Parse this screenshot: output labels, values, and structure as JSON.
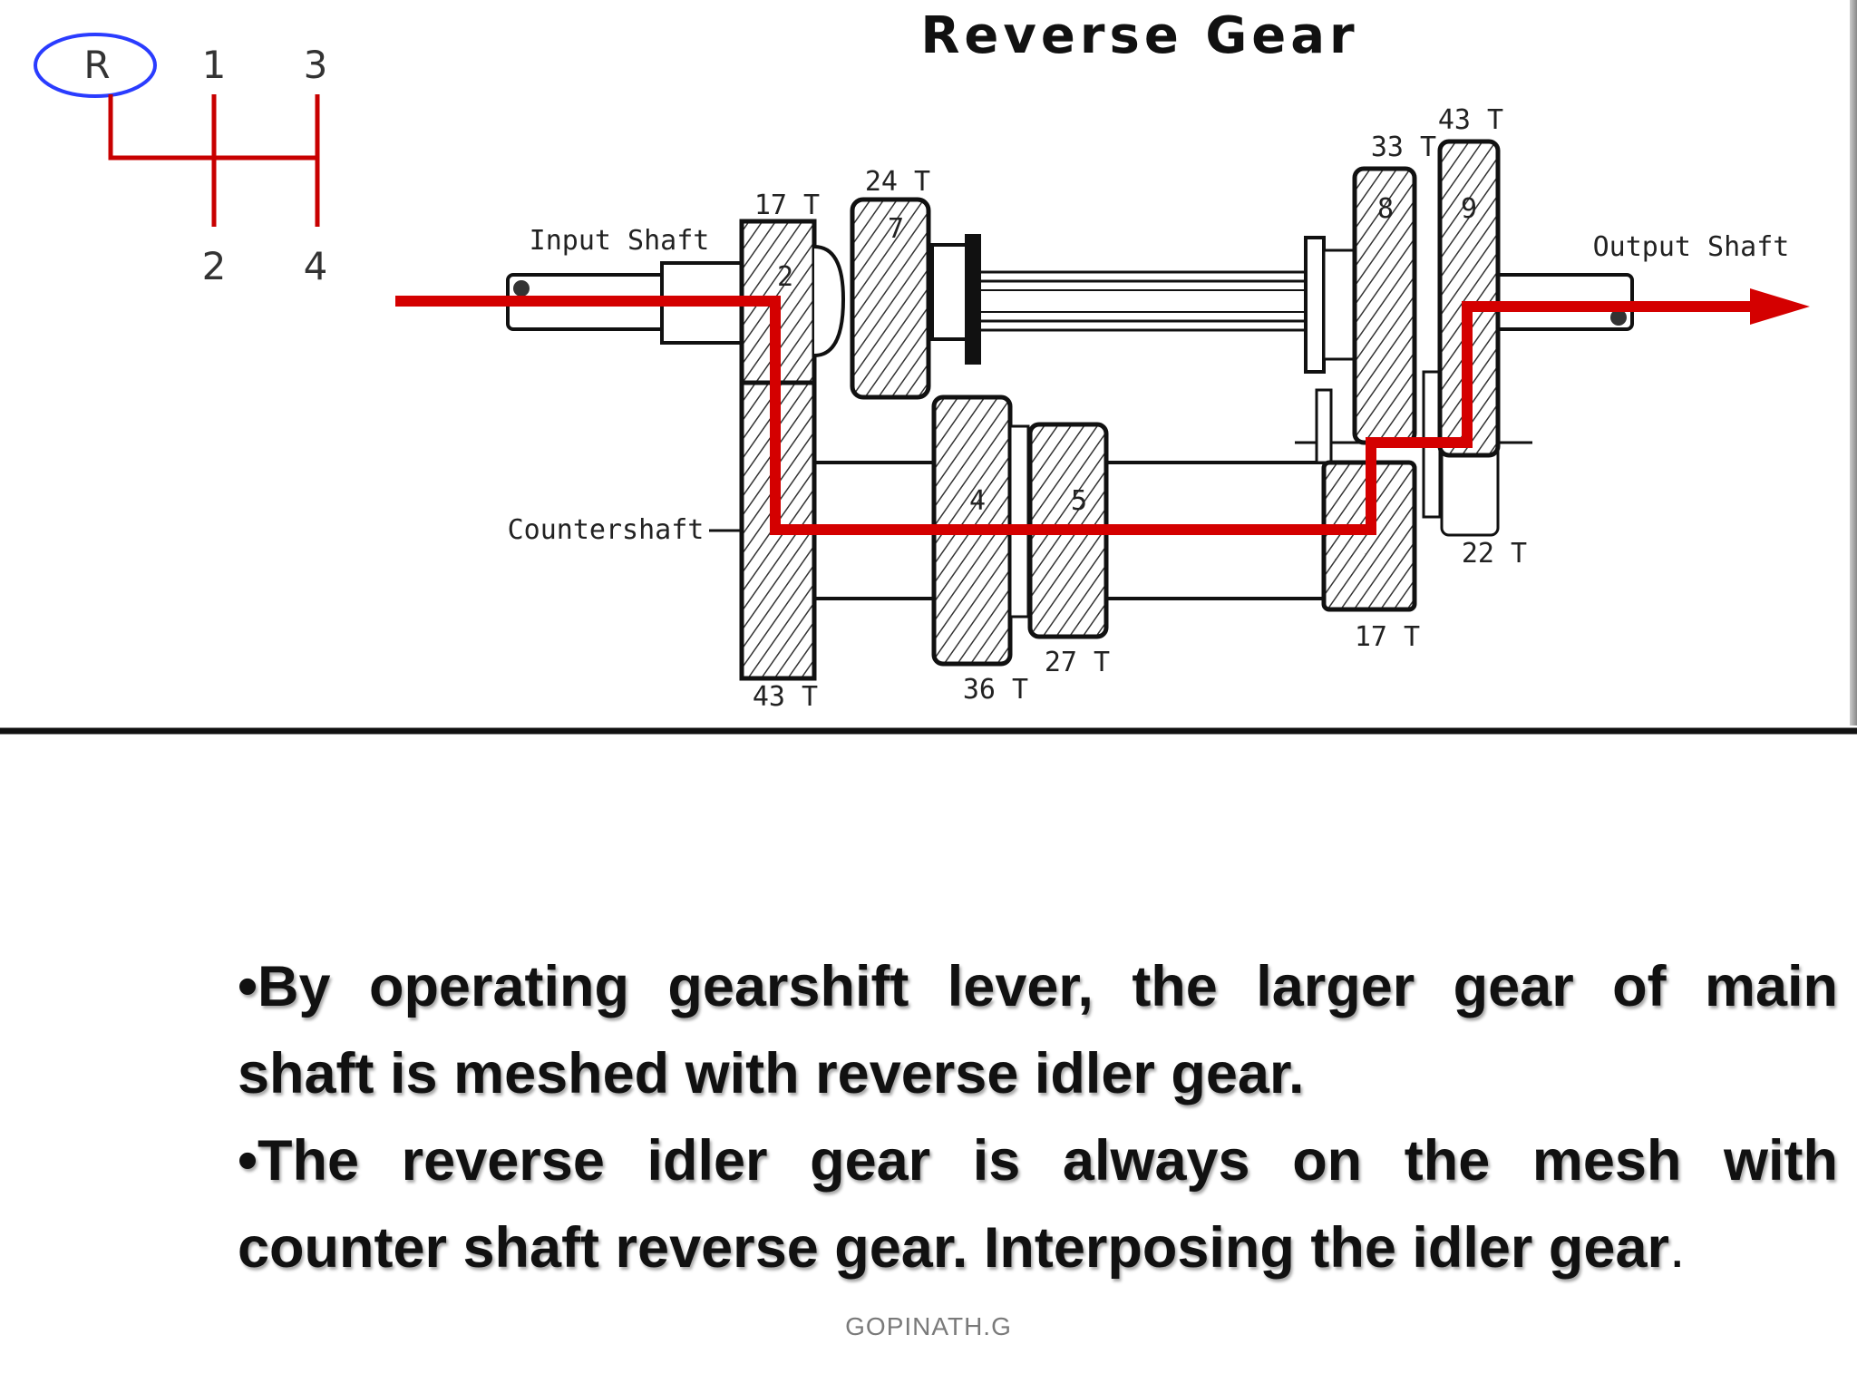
{
  "diagram": {
    "title": "Reverse Gear",
    "shift_pattern": {
      "reverse": "R",
      "gear_1": "1",
      "gear_2": "2",
      "gear_3": "3",
      "gear_4": "4"
    },
    "labels": {
      "input_shaft": "Input Shaft",
      "output_shaft": "Output Shaft",
      "countershaft": "Countershaft"
    },
    "gears": [
      {
        "number": "2",
        "teeth": "17 T"
      },
      {
        "number": "7",
        "teeth": "24 T"
      },
      {
        "number": "8",
        "teeth": "33 T"
      },
      {
        "number": "9",
        "teeth": "43 T"
      },
      {
        "number": "4",
        "teeth": "36 T"
      },
      {
        "number": "5",
        "teeth": "27 T"
      }
    ],
    "extra_teeth": {
      "countershaft_drive": "43 T",
      "reverse_idler": "22 T",
      "countershaft_reverse": "17 T"
    },
    "colors": {
      "power_path": "#d40000",
      "shift_path": "#c80000",
      "reverse_circle": "#2a3cff"
    }
  },
  "bullets": {
    "p1_line1": "•By operating gearshift lever, the larger gear of main",
    "p1_line2": "shaft is meshed with reverse idler gear.",
    "p2_line1": "•The reverse idler gear is always on the mesh with",
    "p2_line2": "counter shaft reverse gear. Interposing the idler gear",
    "p2_trailing": "."
  },
  "footer": "GOPINATH.G"
}
